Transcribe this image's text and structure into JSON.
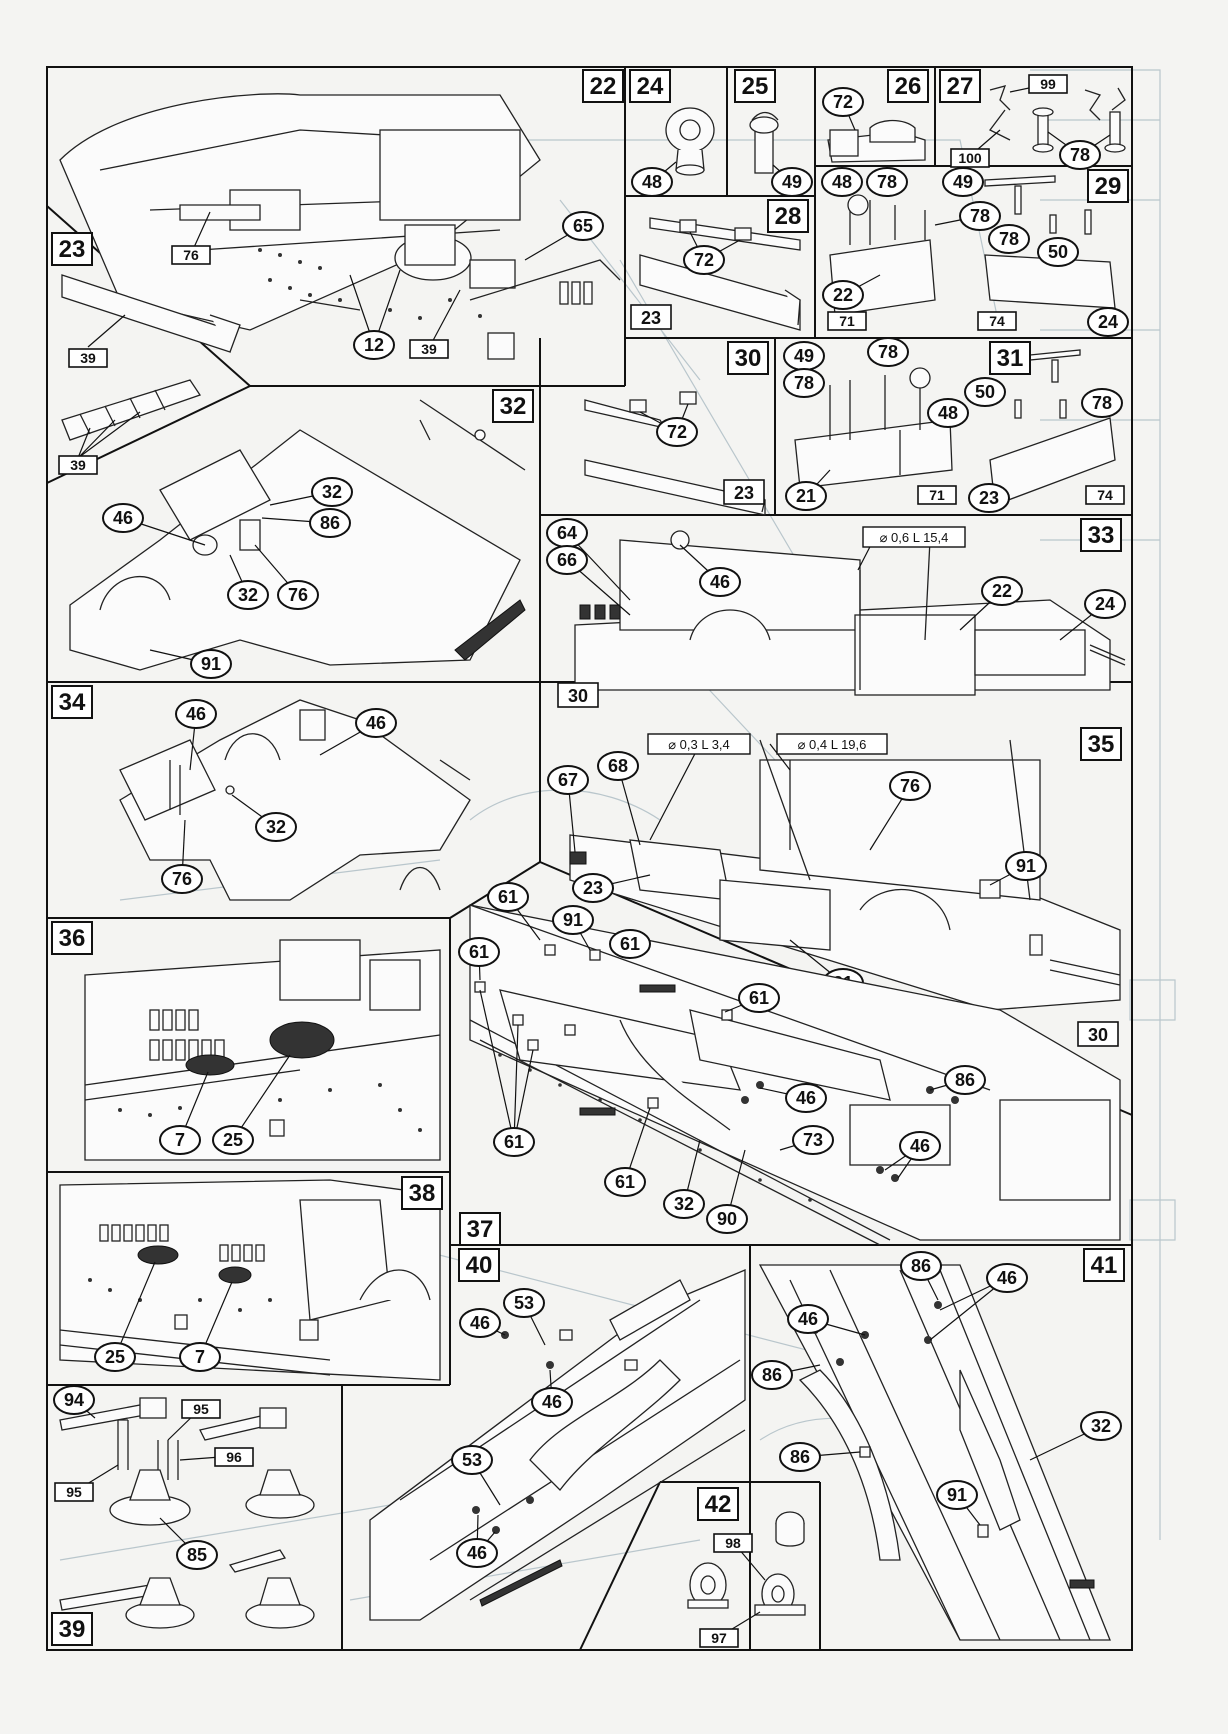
{
  "steps": [
    "22",
    "24",
    "25",
    "26",
    "27",
    "23",
    "28",
    "29",
    "30",
    "31",
    "32",
    "33",
    "34",
    "35",
    "36",
    "37",
    "38",
    "39",
    "40",
    "41",
    "42"
  ],
  "callouts": {
    "s22": [
      "65",
      "12"
    ],
    "s24": [
      "48"
    ],
    "s25": [
      "49"
    ],
    "s26": [
      "72"
    ],
    "s27": [
      "78"
    ],
    "s28": [
      "72"
    ],
    "s29": [
      "48",
      "78",
      "49",
      "78",
      "78",
      "50",
      "22",
      "24"
    ],
    "s30": [
      "72"
    ],
    "s31": [
      "49",
      "78",
      "78",
      "48",
      "50",
      "78",
      "21",
      "23"
    ],
    "s32": [
      "32",
      "86",
      "46",
      "32",
      "76",
      "91"
    ],
    "s33": [
      "64",
      "66",
      "46",
      "22",
      "24"
    ],
    "s34": [
      "46",
      "46",
      "32",
      "76"
    ],
    "s35": [
      "67",
      "68",
      "76",
      "91",
      "23",
      "21"
    ],
    "s36": [
      "7",
      "25"
    ],
    "s37": [
      "61",
      "91",
      "61",
      "61",
      "61",
      "46",
      "86",
      "73",
      "46",
      "61",
      "61",
      "32",
      "90"
    ],
    "s38": [
      "25",
      "7"
    ],
    "s39": [
      "94",
      "85"
    ],
    "s40": [
      "46",
      "53",
      "46",
      "53",
      "46"
    ],
    "s41": [
      "86",
      "46",
      "46",
      "86",
      "86",
      "32",
      "91"
    ]
  },
  "refs": {
    "s22": [
      "76",
      "39"
    ],
    "s23": [
      "39",
      "39"
    ],
    "s27": [
      "99",
      "100"
    ],
    "s28": [
      "23"
    ],
    "s29": [
      "71",
      "74"
    ],
    "s30": [
      "23"
    ],
    "s31": [
      "71",
      "74"
    ],
    "s33": [
      "30"
    ],
    "s35": [
      "30"
    ],
    "s39": [
      "95",
      "95",
      "96"
    ],
    "s42": [
      "98",
      "97"
    ]
  },
  "specs": {
    "s33": "⌀ 0,6 L 15,4",
    "s35a": "⌀ 0,3 L 3,4",
    "s35b": "⌀ 0,4 L 19,6"
  }
}
